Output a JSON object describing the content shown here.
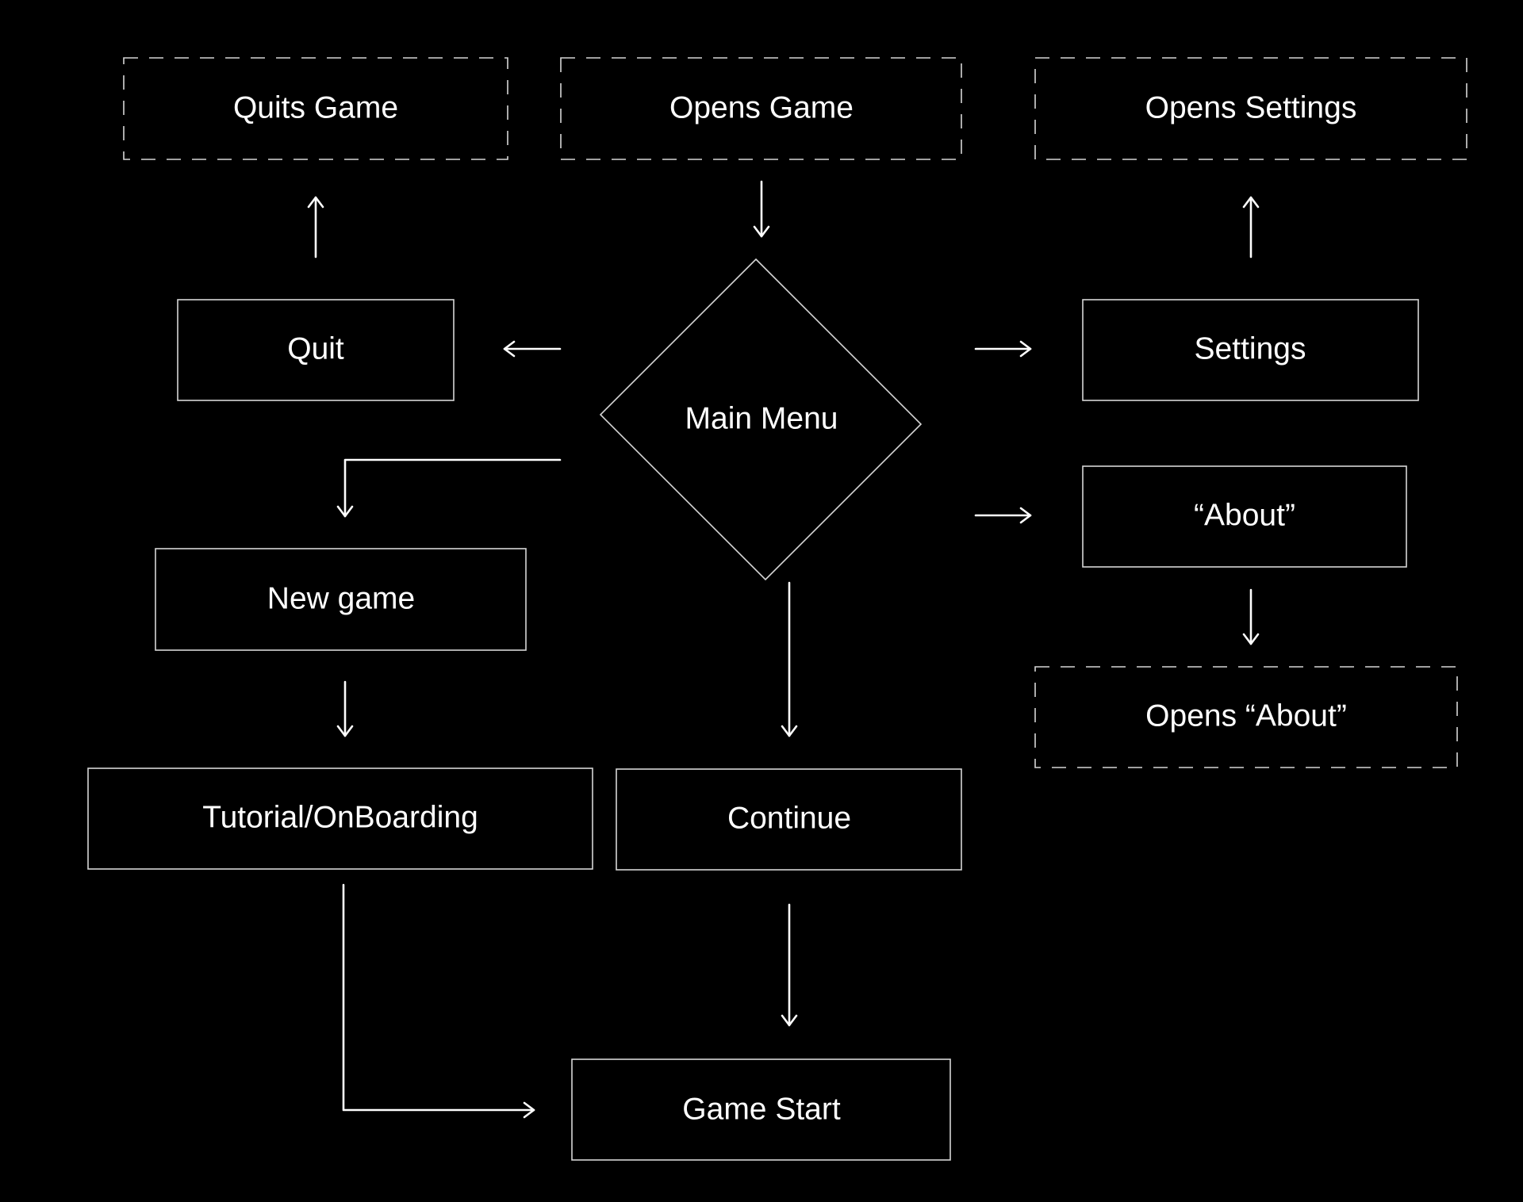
{
  "colors": {
    "background": "#000000",
    "foreground": "#ffffff",
    "box_stroke": "#d6d6d6"
  },
  "nodes": {
    "quits_game": "Quits Game",
    "opens_game": "Opens Game",
    "opens_settings": "Opens Settings",
    "quit": "Quit",
    "main_menu": "Main Menu",
    "settings": "Settings",
    "about": "“About”",
    "new_game": "New game",
    "opens_about": "Opens “About”",
    "tutorial": "Tutorial/OnBoarding",
    "continue": "Continue",
    "game_start": "Game Start"
  }
}
